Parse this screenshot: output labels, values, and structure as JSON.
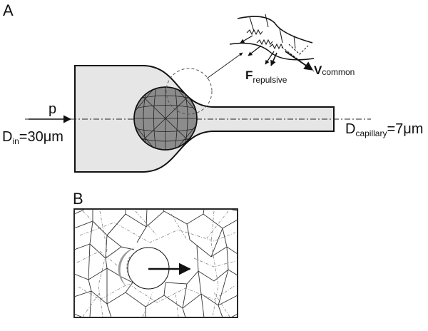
{
  "panel_a": {
    "label": "A",
    "pressure_label": "p",
    "d_in_main": "D",
    "d_in_sub": "in",
    "d_in_value": "=30μm",
    "d_cap_main": "D",
    "d_cap_sub": "capillary",
    "d_cap_value": "=7μm",
    "force_main": "F",
    "force_sub": "repulsive",
    "velocity_main": "V",
    "velocity_sub": "common"
  },
  "panel_b": {
    "label": "B"
  },
  "colors": {
    "channel_fill": "#e6e6e6",
    "cell_fill": "#8c8c8c",
    "outline": "#111111",
    "mesh": "#555555"
  },
  "icons": [
    "spring-icon",
    "arrow-icon"
  ]
}
